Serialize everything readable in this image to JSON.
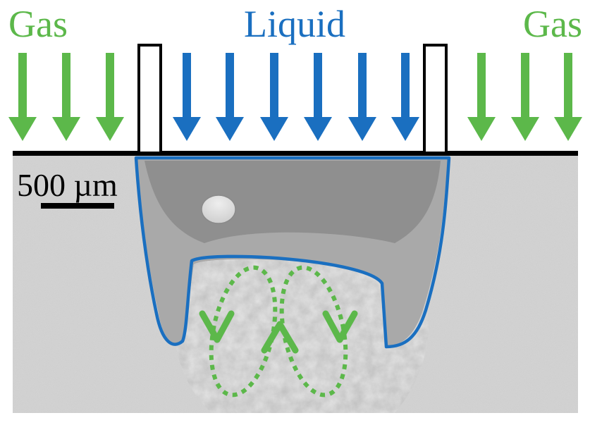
{
  "labels": {
    "gas_left": "Gas",
    "liquid": "Liquid",
    "gas_right": "Gas",
    "scale_bar": "500 µm"
  },
  "colors": {
    "gas": "#5cb84a",
    "liquid": "#1a6fc0",
    "wall": "#000000",
    "liquid_outline": "#1a6fc0",
    "recirculation": "#5cb84a",
    "background_image": "#d2d2d2"
  },
  "arrows": {
    "gas_left_count": 3,
    "liquid_count": 6,
    "gas_right_count": 3,
    "direction": "down"
  },
  "recirculation_markers": [
    "down",
    "up",
    "down"
  ]
}
